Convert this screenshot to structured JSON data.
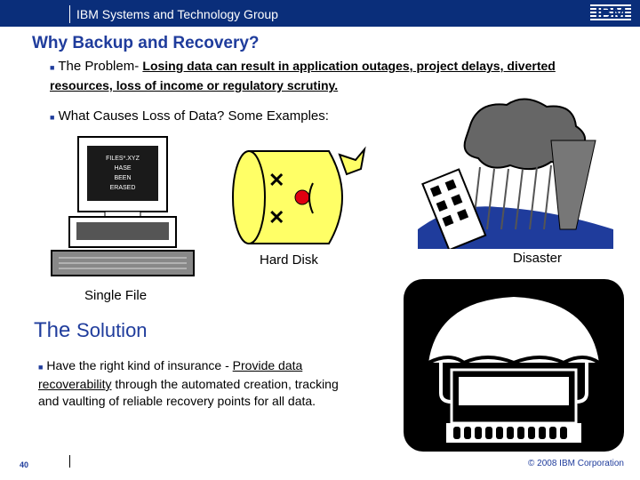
{
  "header": {
    "group": "IBM Systems and Technology Group",
    "logo_text": "IBM"
  },
  "title": "Why Backup and Recovery?",
  "problem": {
    "label": "The Problem-",
    "text": "Losing data can result in application outages, project delays, diverted resources, loss of income or regulatory scrutiny."
  },
  "causes": "What Causes Loss of Data? Some Examples:",
  "examples": {
    "screen_message": [
      "FILES*.XYZ",
      "HASE",
      "BEEN",
      "ERASED"
    ],
    "single_file": "Single File",
    "hard_disk": "Hard Disk",
    "disaster": "Disaster"
  },
  "solution": {
    "title_big": "The",
    "title_small": "Solution",
    "text_pre": "Have the right kind of insurance - ",
    "text_link": "Provide data recoverability",
    "text_post": " through the automated creation, tracking and vaulting of reliable recovery points for all data."
  },
  "footer": {
    "page": "40",
    "copyright": "© 2008 IBM Corporation"
  },
  "colors": {
    "header_bg": "#0a2e7a",
    "title_blue": "#1f3c9c",
    "disk_yellow": "#ffff66"
  }
}
